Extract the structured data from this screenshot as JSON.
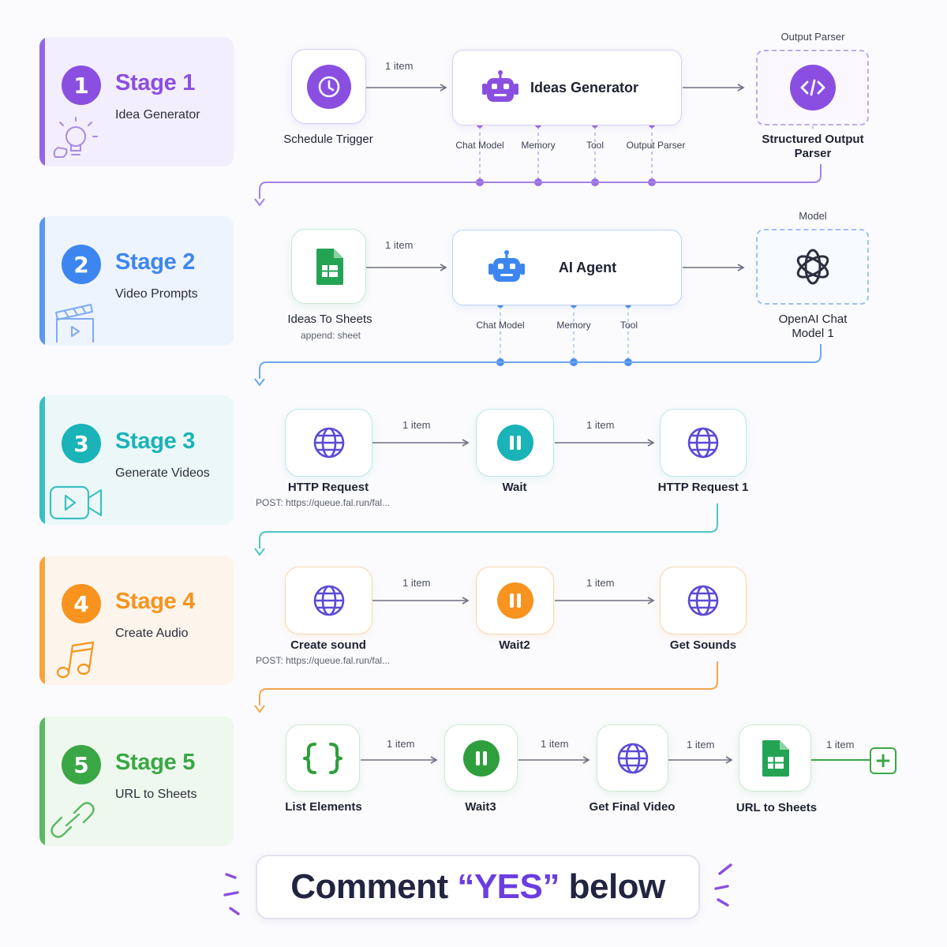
{
  "colors": {
    "purple": "#8a4fe0",
    "blue": "#3d86f0",
    "teal": "#19b3b8",
    "orange": "#f7931e",
    "green": "#3aa745",
    "navy": "#222541"
  },
  "stages": [
    {
      "num": "1",
      "title": "Stage 1",
      "subtitle": "Idea Generator",
      "icon": "lightbulb-icon"
    },
    {
      "num": "2",
      "title": "Stage 2",
      "subtitle": "Video Prompts",
      "icon": "clapperboard-icon"
    },
    {
      "num": "3",
      "title": "Stage 3",
      "subtitle": "Generate Videos",
      "icon": "video-camera-icon"
    },
    {
      "num": "4",
      "title": "Stage 4",
      "subtitle": "Create Audio",
      "icon": "music-note-icon"
    },
    {
      "num": "5",
      "title": "Stage 5",
      "subtitle": "URL to Sheets",
      "icon": "link-icon"
    }
  ],
  "row1": {
    "trigger": {
      "label": "Schedule Trigger",
      "icon": "clock-icon"
    },
    "item_label": "1 item",
    "agent": {
      "name": "Ideas Generator",
      "icon": "robot-icon"
    },
    "ports": [
      "Chat Model",
      "Memory",
      "Tool",
      "Output Parser"
    ],
    "side_top": "Output Parser",
    "side_node": {
      "label": "Structured Output\nParser",
      "line1": "Structured Output",
      "line2": "Parser",
      "icon": "code-icon"
    }
  },
  "row2": {
    "trigger": {
      "label": "Ideas To Sheets",
      "sub": "append: sheet",
      "icon": "google-sheets-icon"
    },
    "item_label": "1 item",
    "agent": {
      "name": "AI Agent",
      "icon": "robot-icon"
    },
    "ports": [
      "Chat Model",
      "Memory",
      "Tool"
    ],
    "side_top": "Model",
    "side_node": {
      "line1": "OpenAI Chat",
      "line2": "Model 1",
      "icon": "openai-icon"
    }
  },
  "row3": {
    "nodes": [
      {
        "label": "HTTP Request",
        "sub": "POST: https://queue.fal.run/fal...",
        "icon": "globe-icon"
      },
      {
        "label": "Wait",
        "icon": "pause-icon"
      },
      {
        "label": "HTTP Request 1",
        "icon": "globe-icon"
      }
    ],
    "items": [
      "1 item",
      "1 item"
    ]
  },
  "row4": {
    "nodes": [
      {
        "label": "Create sound",
        "sub": "POST: https://queue.fal.run/fal...",
        "icon": "globe-icon"
      },
      {
        "label": "Wait2",
        "icon": "pause-icon"
      },
      {
        "label": "Get Sounds",
        "icon": "globe-icon"
      }
    ],
    "items": [
      "1 item",
      "1 item"
    ]
  },
  "row5": {
    "nodes": [
      {
        "label": "List Elements",
        "icon": "braces-icon"
      },
      {
        "label": "Wait3",
        "icon": "pause-icon"
      },
      {
        "label": "Get Final Video",
        "icon": "globe-icon"
      },
      {
        "label": "URL to Sheets",
        "icon": "google-sheets-icon"
      }
    ],
    "items": [
      "1 item",
      "1 item",
      "1 item",
      "1 item"
    ],
    "add_button": "+"
  },
  "cta": {
    "prefix": "Comment ",
    "highlight": "“YES”",
    "suffix": " below"
  }
}
